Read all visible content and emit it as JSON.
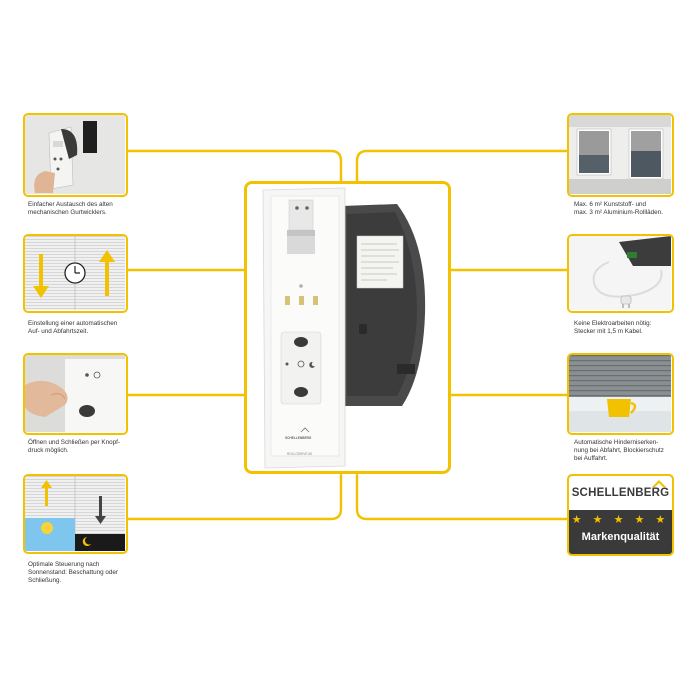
{
  "brand": {
    "name": "SCHELLENBERG",
    "stars": "★ ★ ★ ★ ★",
    "quality": "Markenqualität",
    "color": "#f2c200"
  },
  "captions": {
    "top_left": [
      "Einfacher Austausch des alten",
      "mechanischen Gurtwicklers."
    ],
    "mid_left": [
      "Einstellung einer automatischen",
      "Auf- und Abfahrtszeit."
    ],
    "low_left": [
      "Öffnen und Schließen per Knopf-",
      "druck möglich."
    ],
    "bottom_left": [
      "Optimale Steuerung nach",
      "Sonnenstand: Beschattung oder",
      "Schließung."
    ],
    "top_right": [
      "Max. 6 m² Kunststoff- und",
      "max. 3 m² Aluminium-Rollläden."
    ],
    "mid_right": [
      "Keine Elektroarbeiten nötig:",
      "Stecker mit 1,5 m Kabel."
    ],
    "low_right": [
      "Automatische Hinderniserken-",
      "nung bei Abfahrt, Blockierschutz",
      "bei Auffahrt."
    ]
  },
  "device": {
    "logo": "SCHELLENBERG",
    "model": "ROLLODRIVE 65"
  },
  "icons": [
    "clock-icon",
    "arrow-up-icon",
    "arrow-down-icon",
    "sun-icon",
    "moon-icon",
    "mug-icon",
    "plug-icon",
    "house-roof-icon"
  ]
}
